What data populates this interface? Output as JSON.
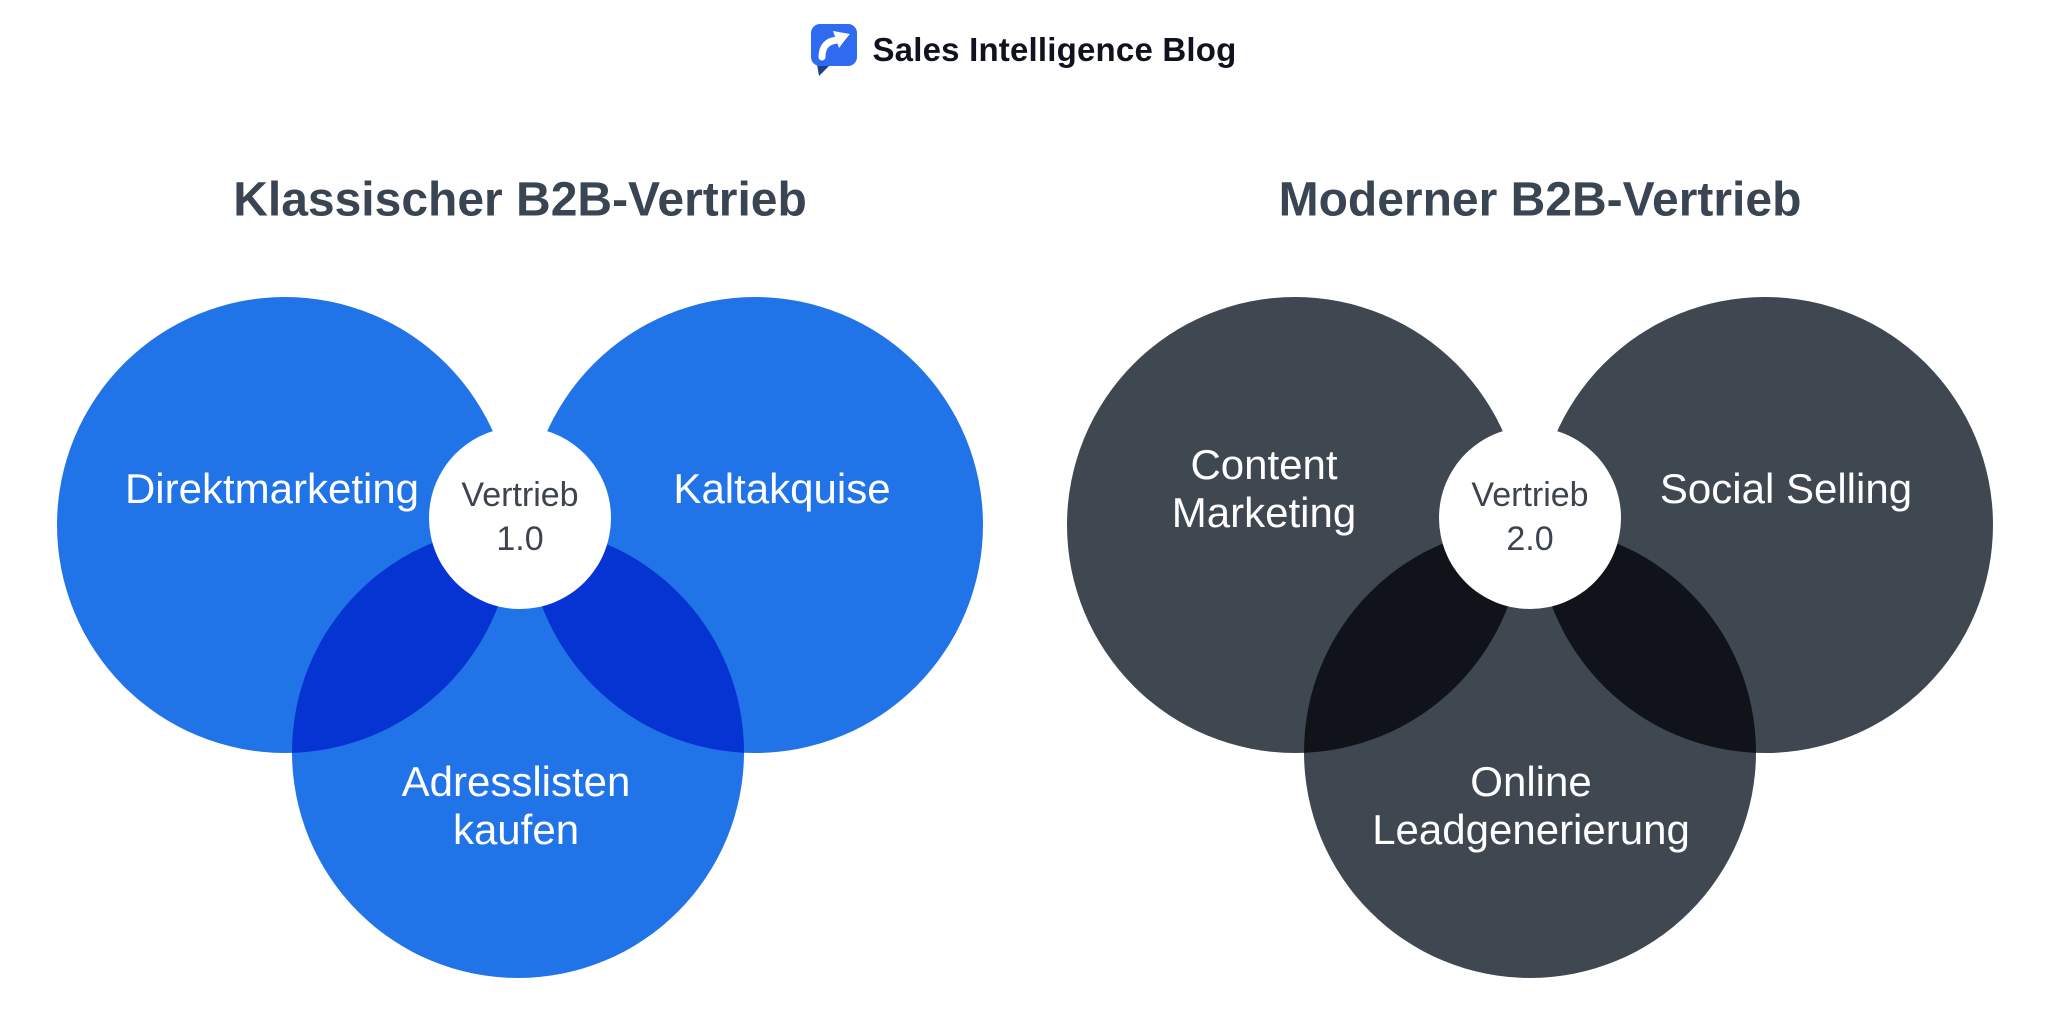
{
  "header": {
    "logo_text": "Sales Intelligence Blog"
  },
  "colors": {
    "background": "#FFFFFF",
    "classic_circle": "#2173E8",
    "modern_circle": "#3F4751",
    "title_color": "#3A4553",
    "label_color": "#FFFFFF",
    "center_label_color": "#3D4450",
    "logo_blue": "#2F6BF0",
    "logo_navy": "#1C3E90",
    "logo_text_color": "#10131F"
  },
  "diagrams": [
    {
      "title": "Klassischer B2B-Vertrieb",
      "center": {
        "line1": "Vertrieb",
        "line2": "1.0"
      },
      "labels": {
        "top_left": "Direktmarketing",
        "top_right": "Kaltakquise",
        "bottom_line1": "Adresslisten",
        "bottom_line2": "kaufen"
      }
    },
    {
      "title": "Moderner B2B-Vertrieb",
      "center": {
        "line1": "Vertrieb",
        "line2": "2.0"
      },
      "labels": {
        "top_left_line1": "Content",
        "top_left_line2": "Marketing",
        "top_right": "Social Selling",
        "bottom_line1": "Online",
        "bottom_line2": "Leadgenerierung"
      }
    }
  ]
}
